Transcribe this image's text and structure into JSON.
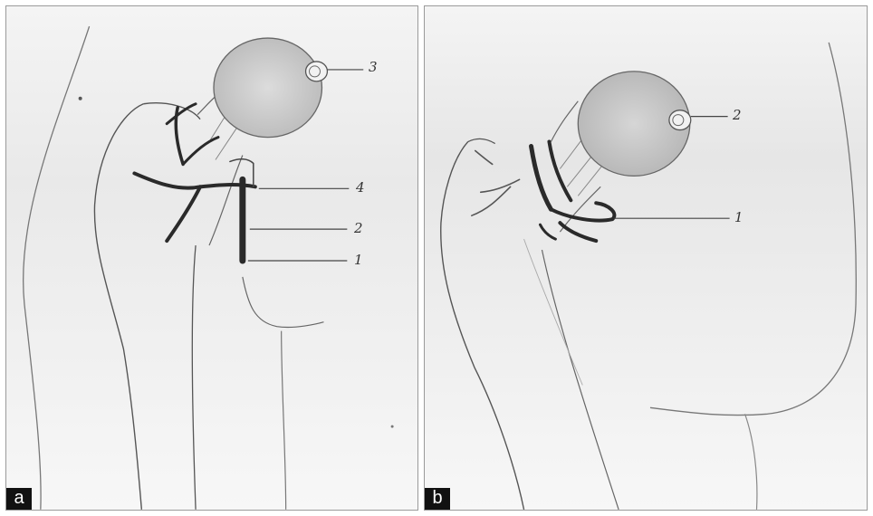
{
  "panels": [
    {
      "id": "a",
      "label": "a",
      "callouts": [
        "3",
        "4",
        "2",
        "1"
      ]
    },
    {
      "id": "b",
      "label": "b",
      "callouts": [
        "2",
        "1"
      ]
    }
  ],
  "colors": {
    "vessel": "#2a2a2a",
    "bone_outline": "#555555",
    "femoral_head_fill": "#c9c9c9",
    "label_bg": "#111111",
    "label_text": "#ffffff"
  }
}
